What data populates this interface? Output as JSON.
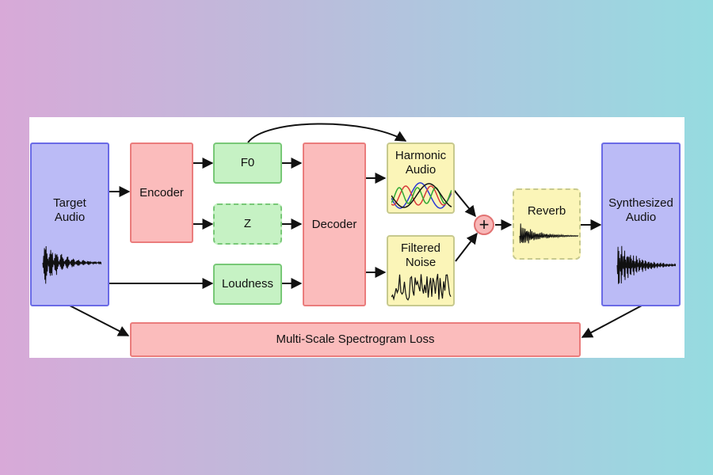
{
  "diagram": {
    "target_audio": "Target\nAudio",
    "encoder": "Encoder",
    "f0": "F0",
    "z": "Z",
    "loudness": "Loudness",
    "decoder": "Decoder",
    "harmonic_audio": "Harmonic\nAudio",
    "filtered_noise": "Filtered\nNoise",
    "sum_symbol": "+",
    "reverb": "Reverb",
    "synthesized_audio": "Synthesized\nAudio",
    "loss": "Multi-Scale Spectrogram Loss"
  },
  "colors": {
    "input_output": "#bbbbf6",
    "network": "#fbbcbc",
    "latent": "#c6f2c4",
    "synth": "#fbf5b8",
    "harmonic_waves": [
      "#2c3bd6",
      "#d83a3a",
      "#2fa833",
      "#111111"
    ]
  }
}
